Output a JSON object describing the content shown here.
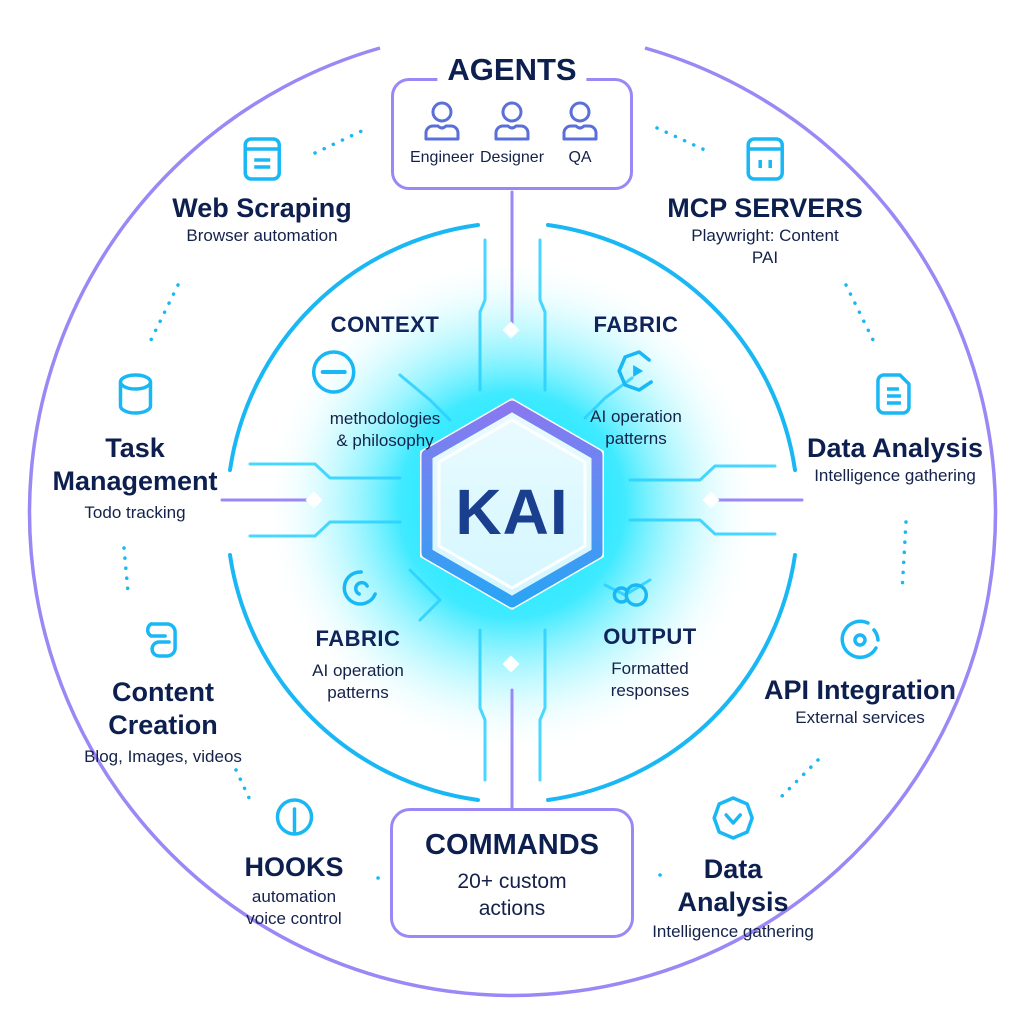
{
  "center": {
    "label": "KAI"
  },
  "colors": {
    "outer_ring": "#9b87f5",
    "inner_ring": "#19b8f5",
    "glow": "#00e5ff",
    "text_dark": "#0d1f4f",
    "icon": "#19b8f5"
  },
  "agents": {
    "title": "AGENTS",
    "members": [
      {
        "label": "Engineer",
        "icon": "person-icon"
      },
      {
        "label": "Designer",
        "icon": "person-icon"
      },
      {
        "label": "QA",
        "icon": "person-icon"
      }
    ]
  },
  "commands": {
    "title": "COMMANDS",
    "subtitle_line1": "20+ custom",
    "subtitle_line2": "actions"
  },
  "outer_nodes": {
    "web_scraping": {
      "title": "Web Scraping",
      "subtitle": "Browser automation",
      "icon": "browser-window-icon"
    },
    "mcp_servers": {
      "title": "MCP SERVERS",
      "subtitle_line1": "Playwright: Content",
      "subtitle_line2": "PAI",
      "icon": "server-window-icon"
    },
    "task_management": {
      "title_line1": "Task",
      "title_line2": "Management",
      "subtitle": "Todo tracking",
      "icon": "database-icon"
    },
    "data_analysis_right": {
      "title": "Data Analysis",
      "subtitle": "Intelligence gathering",
      "icon": "document-icon"
    },
    "content_creation": {
      "title_line1": "Content",
      "title_line2": "Creation",
      "subtitle": "Blog, Images, videos",
      "icon": "content-icon"
    },
    "api_integration": {
      "title": "API Integration",
      "subtitle": "External services",
      "icon": "target-icon"
    },
    "hooks": {
      "title": "HOOKS",
      "subtitle_line1": "automation",
      "subtitle_line2": "voice control",
      "icon": "power-icon"
    },
    "data_analysis_bottom": {
      "title_line1": "Data",
      "title_line2": "Analysis",
      "subtitle": "Intelligence gathering",
      "icon": "check-badge-icon"
    }
  },
  "inner_nodes": {
    "context": {
      "title": "CONTEXT",
      "subtitle_line1": "methodologies",
      "subtitle_line2": "& philosophy",
      "icon": "minus-circle-icon"
    },
    "fabric_top": {
      "title": "FABRIC",
      "subtitle_line1": "AI operation",
      "subtitle_line2": "patterns",
      "icon": "play-hexagon-icon"
    },
    "fabric_bottom": {
      "title": "FABRIC",
      "subtitle_line1": "AI operation",
      "subtitle_line2": "patterns",
      "icon": "swirl-icon"
    },
    "output": {
      "title": "OUTPUT",
      "subtitle_line1": "Formatted",
      "subtitle_line2": "responses",
      "icon": "link-circles-icon"
    }
  }
}
